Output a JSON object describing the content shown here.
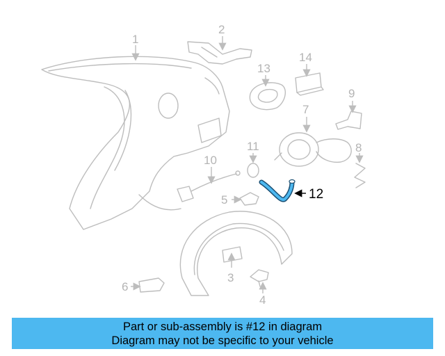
{
  "diagram": {
    "callouts": [
      "1",
      "2",
      "3",
      "4",
      "5",
      "6",
      "7",
      "8",
      "9",
      "10",
      "11",
      "13",
      "14"
    ],
    "highlighted_callout": "12",
    "highlight_color": "#4db8f0"
  },
  "banner": {
    "line1": "Part or sub-assembly is #12 in diagram",
    "line2": "Diagram may not be specific to your vehicle",
    "background": "#4db8f0"
  }
}
